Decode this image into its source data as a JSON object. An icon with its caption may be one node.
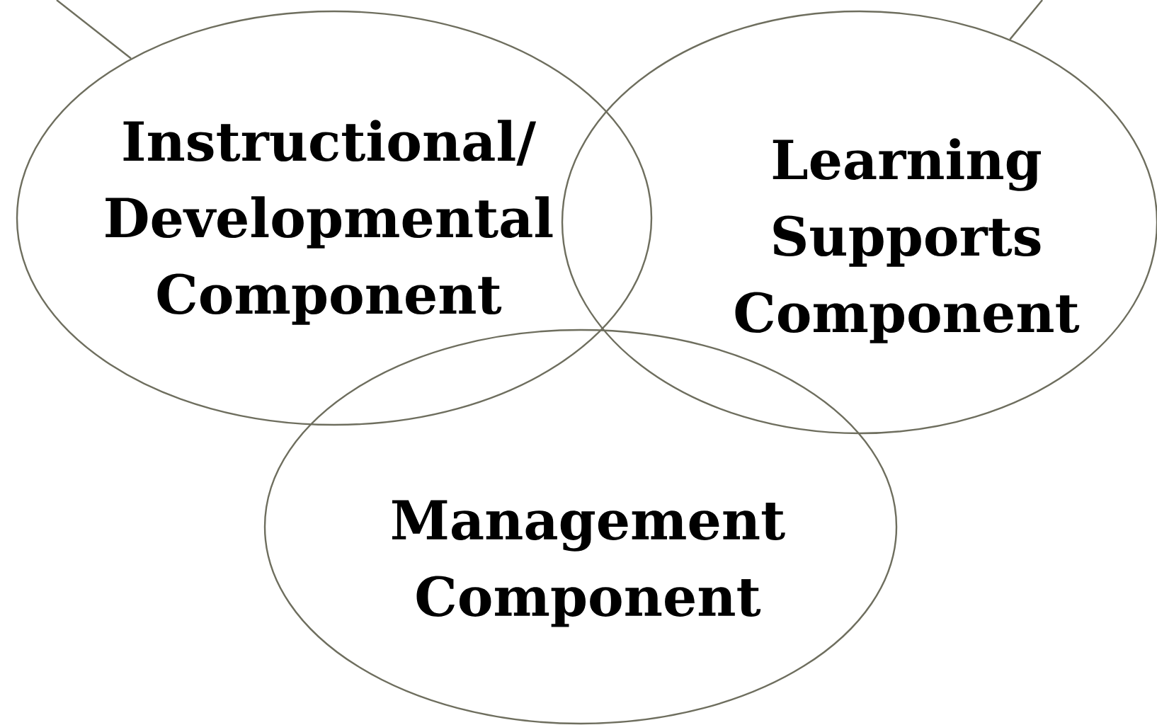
{
  "diagram": {
    "nodes": [
      {
        "text": [
          "Instructional/ Developmental Component"
        ]
      },
      {
        "text": [
          "Learning Supports Component"
        ]
      },
      {
        "text": [
          "Management Component"
        ]
      }
    ],
    "edges": [
      {
        "from": null,
        "to": 0,
        "arrow": "none"
      },
      {
        "from": null,
        "to": 1,
        "arrow": "none"
      }
    ]
  }
}
